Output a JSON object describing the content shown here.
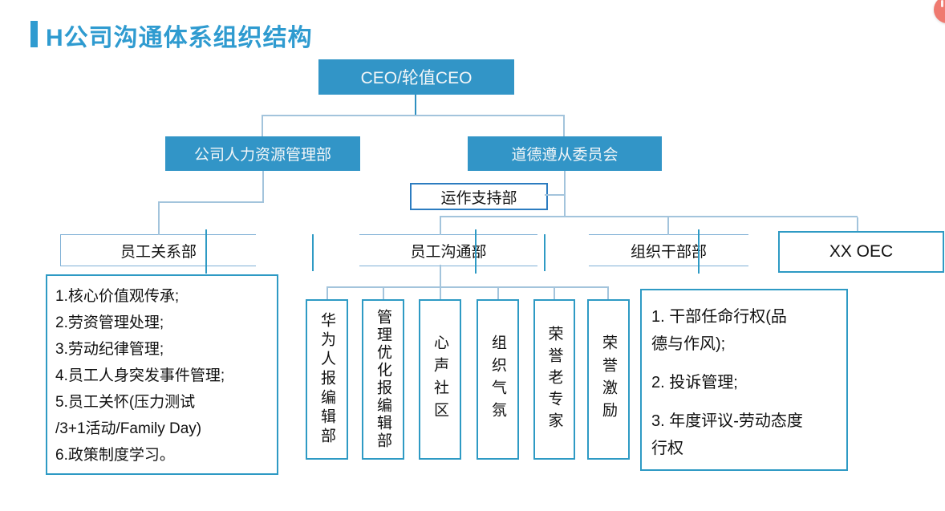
{
  "page": {
    "title": "H公司沟通体系组织结构"
  },
  "colors": {
    "title_blue": "#2f9bd0",
    "node_fill_blue": "#3295c7",
    "box_border_blue": "#2e9ac4",
    "ops_border_blue": "#2c7cc0",
    "connector_light_blue": "#a3c4dc",
    "badge_red": "#ef7a70"
  },
  "org": {
    "ceo": "CEO/轮值CEO",
    "hr_dept": "公司人力资源管理部",
    "ethics_committee": "道德遵从委员会",
    "operation_support": "运作支持部",
    "employee_relations": "员工关系部",
    "employee_communication": "员工沟通部",
    "org_cadre": "组织干部部",
    "xx_oec": "XX OEC",
    "sub_units": [
      "华为人报编辑部",
      "管理优化报编辑部",
      "心声社区",
      "组织气氛",
      "荣誉老专家",
      "荣誉激励"
    ],
    "relations_duties_lines": [
      "1.核心价值观传承;",
      "2.劳资管理处理;",
      "3.劳动纪律管理;",
      "4.员工人身突发事件管理;",
      "5.员工关怀(压力测试",
      "/3+1活动/Family Day)",
      "6.政策制度学习。"
    ],
    "cadre_duties_lines": [
      "1. 干部任命行权(品",
      "德与作风);",
      "2. 投诉管理;",
      "3. 年度评议-劳动态度",
      "行权"
    ]
  }
}
